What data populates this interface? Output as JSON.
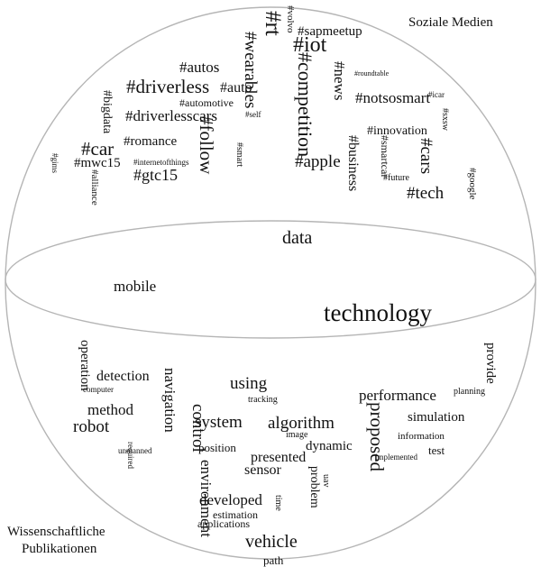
{
  "labels": {
    "top_right": "Soziale Medien",
    "bottom_left_line1": "Wissenschaftliche",
    "bottom_left_line2": "Publikationen"
  },
  "social_words": [
    "#rt",
    "#volvo",
    "#sapmeetup",
    "#iot",
    "#wearables",
    "#competition",
    "#autos",
    "#news",
    "#roundtable",
    "#driverless",
    "#auto",
    "#notsosmart",
    "#icar",
    "#automotive",
    "#bigdata",
    "#driverlesscars",
    "#self",
    "#sxsw",
    "#follow",
    "#innovation",
    "#romance",
    "#business",
    "#smartcar",
    "#car",
    "#smart",
    "#cars",
    "#gims",
    "#mwc15",
    "#internetofthings",
    "#apple",
    "#future",
    "#gtc15",
    "#alliance",
    "#google",
    "#tech"
  ],
  "middle_words": [
    "data",
    "mobile",
    "technology"
  ],
  "science_words": [
    "operation",
    "provide",
    "detection",
    "computer",
    "using",
    "performance",
    "planning",
    "navigation",
    "method",
    "tracking",
    "control",
    "robot",
    "proposed",
    "system",
    "algorithm",
    "simulation",
    "image",
    "information",
    "position",
    "dynamic",
    "test",
    "required",
    "unmanned",
    "presented",
    "implemented",
    "sensor",
    "environment",
    "uav",
    "problem",
    "developed",
    "time",
    "estimation",
    "applications",
    "vehicle",
    "path"
  ]
}
